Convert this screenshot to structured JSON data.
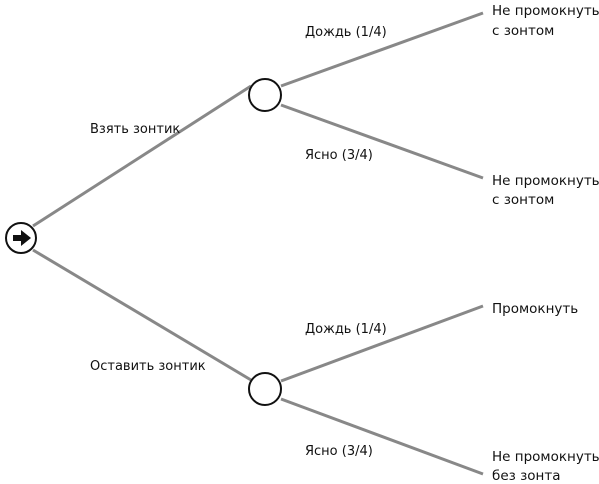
{
  "branches": {
    "take": "Взять зонтик",
    "leave": "Оставить зонтик"
  },
  "chance": {
    "take_rain": "Дождь (1/4)",
    "take_clear": "Ясно (3/4)",
    "leave_rain": "Дождь (1/4)",
    "leave_clear": "Ясно (3/4)"
  },
  "outcomes": {
    "o1": [
      "Не промокнуть",
      "с зонтом"
    ],
    "o2": [
      "Не промокнуть",
      "с зонтом"
    ],
    "o3": [
      "Промокнуть"
    ],
    "o4": [
      "Не промокнуть",
      "без зонта"
    ]
  },
  "colors": {
    "edge": "#888888",
    "node_stroke": "#111111",
    "text": "#111111"
  }
}
